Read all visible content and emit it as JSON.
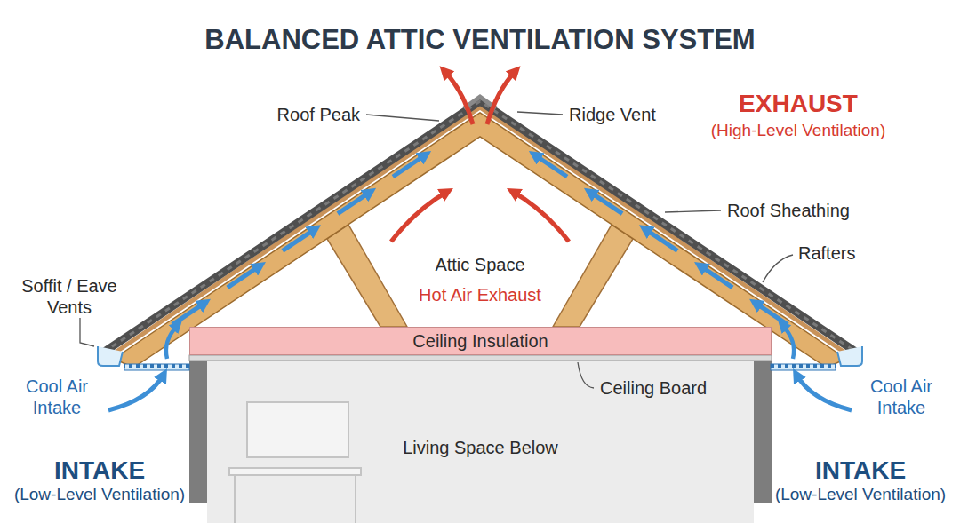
{
  "diagram": {
    "title": "BALANCED ATTIC VENTILATION SYSTEM",
    "nodes": [
      {
        "text": [
          "Ceiling Insulation"
        ]
      },
      {
        "text": [
          "Living Space Below"
        ]
      }
    ],
    "labels": [
      "Roof Peak",
      "Ridge Vent",
      "EXHAUST",
      "(High-Level Ventilation)",
      "Roof Sheathing",
      "Rafters",
      "Soffit / Eave Vents",
      "Attic Space",
      "Hot Air Exhaust",
      "Cool Air Intake",
      "Ceiling Board",
      "Cool Air Intake",
      "INTAKE",
      "(Low-Level Ventilation)",
      "INTAKE",
      "(Low-Level Ventilation)"
    ]
  }
}
